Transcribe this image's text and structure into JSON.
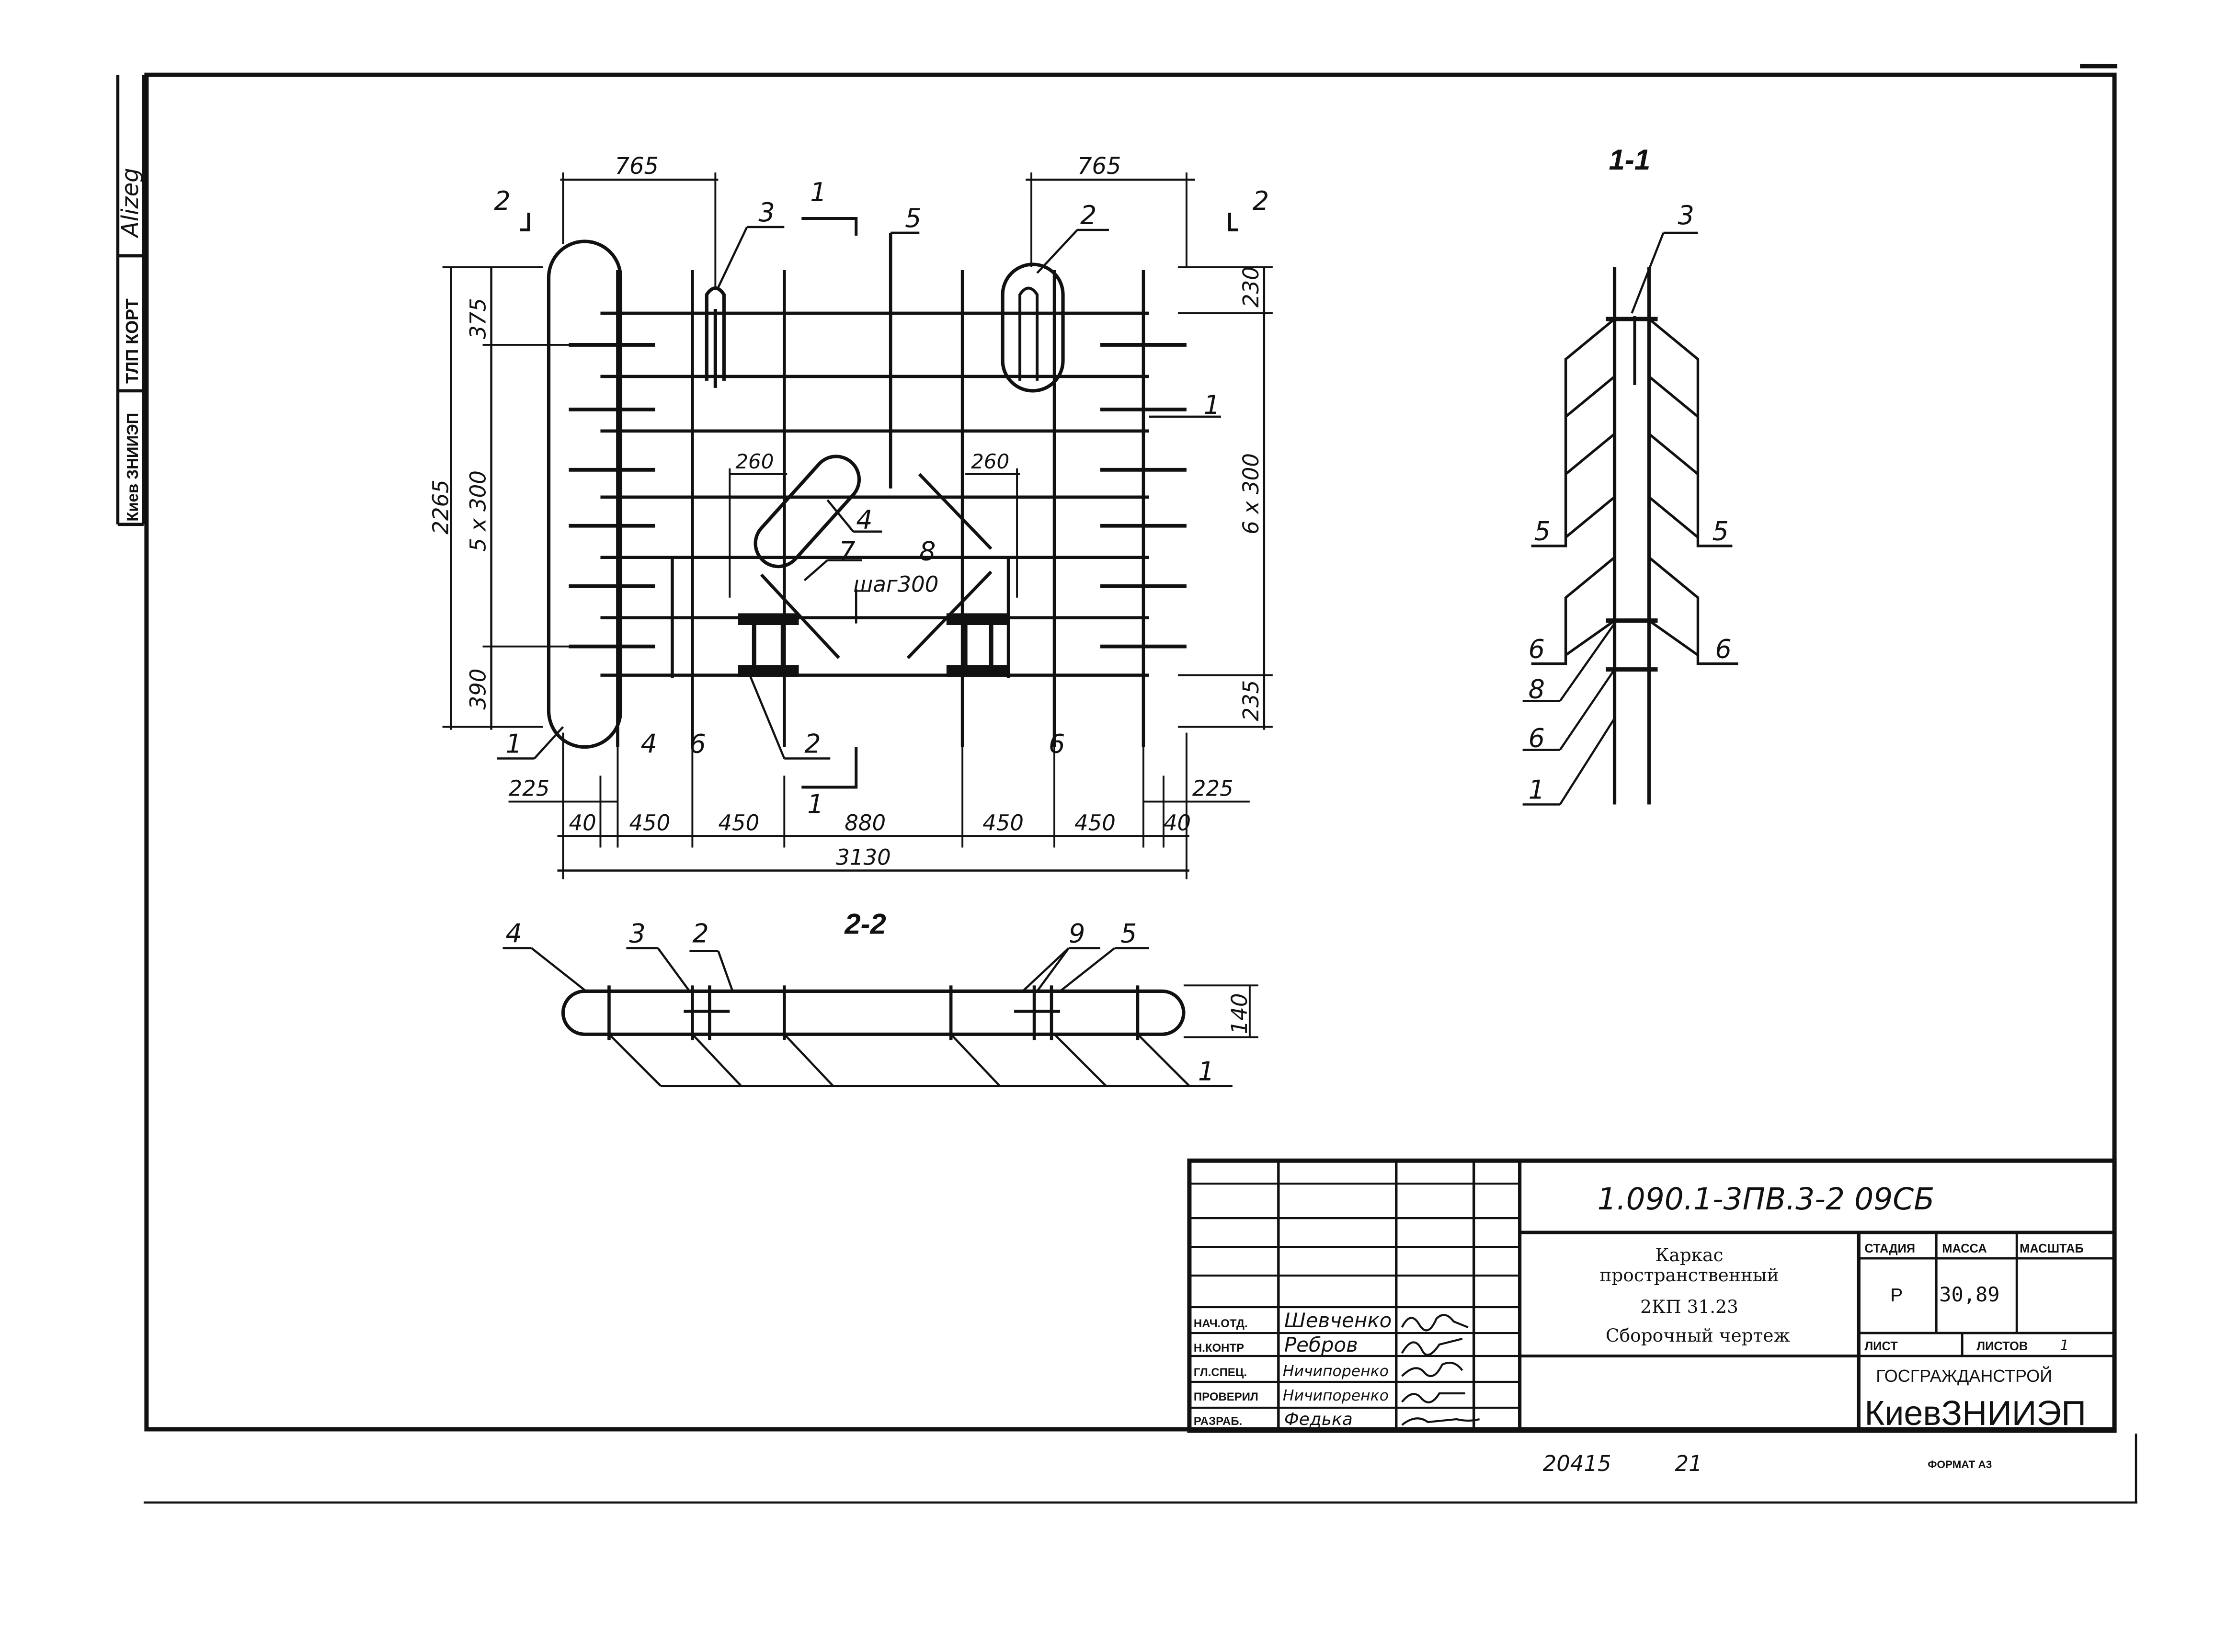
{
  "side_stamp": {
    "org": "Киев ЗНИИЭП",
    "dept": "ТЛП КОРТ",
    "signature": "Alizeg"
  },
  "plan": {
    "section_marks": [
      "2",
      "1",
      "5",
      "2"
    ],
    "dims_top": [
      "765",
      "765"
    ],
    "dims_left": [
      "375",
      "2265",
      "5 x 300",
      "390"
    ],
    "dims_right": [
      "230",
      "6 x 300",
      "235"
    ],
    "dims_inner": [
      "260",
      "260"
    ],
    "note_pitch": "шаг300",
    "callouts": [
      "3",
      "2",
      "1",
      "4",
      "7",
      "8",
      "1",
      "4",
      "6",
      "2",
      "6"
    ],
    "section_mark_bottom": "1",
    "dims_bottom_row1": [
      "225",
      "225"
    ],
    "dims_bottom_row2": [
      "40",
      "450",
      "450",
      "880",
      "450",
      "450",
      "40"
    ],
    "dim_total": "3130"
  },
  "section_1_1": {
    "title": "1-1",
    "callouts": [
      "3",
      "5",
      "5",
      "6",
      "6",
      "8",
      "6",
      "1"
    ]
  },
  "section_2_2": {
    "title": "2-2",
    "callouts": [
      "4",
      "3",
      "2",
      "9",
      "5",
      "1"
    ],
    "dim_height": "140"
  },
  "title_block": {
    "code": "1.090.1-3ПВ.3-2  09СБ",
    "name_lines": [
      "Каркас",
      "пространственный",
      "2КП 31.23",
      "Сборочный чертеж"
    ],
    "headers": {
      "stage": "СТАДИЯ",
      "mass": "МАССА",
      "scale": "МАСШТАБ"
    },
    "stage": "Р",
    "mass": "30,89",
    "sheet_label": "ЛИСТ",
    "sheets_label": "ЛИСТОВ",
    "sheets_value": "1",
    "org_top": "ГОСГРАЖДАНСТРОЙ",
    "org_bottom": "КиевЗНИИЭП",
    "roles": [
      {
        "role": "НАЧ.ОТД.",
        "name": "Шевченко"
      },
      {
        "role": "Н.КОНТР",
        "name": "Ребров"
      },
      {
        "role": "ГЛ.СПЕЦ.",
        "name": "Ничипоренко"
      },
      {
        "role": "ПРОВЕРИЛ",
        "name": "Ничипоренко"
      },
      {
        "role": "РАЗРАБ.",
        "name": "Федька"
      }
    ]
  },
  "footer": {
    "inv": "20415",
    "num": "21",
    "format": "ФОРМАТ А3"
  },
  "colors": {
    "ink": "#111111",
    "paper": "#ffffff"
  }
}
